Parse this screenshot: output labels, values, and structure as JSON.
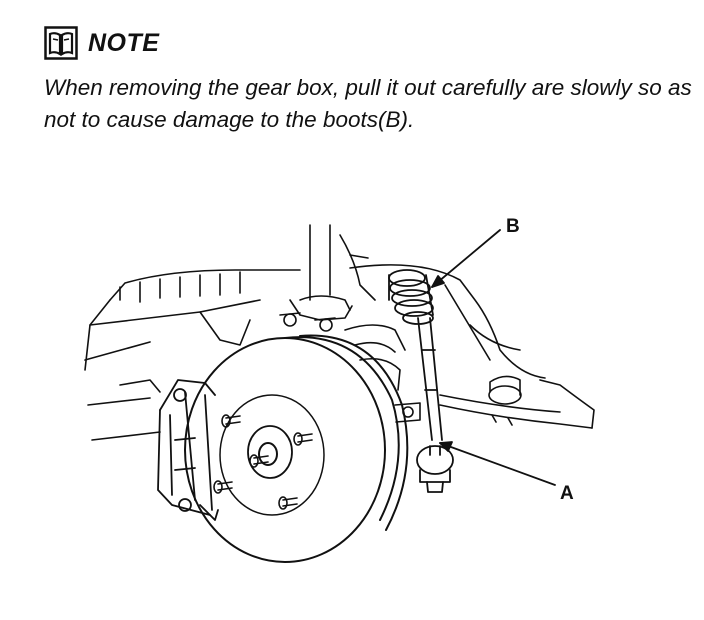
{
  "note": {
    "icon": "manual-book-icon",
    "title": "NOTE",
    "text": "When removing the gear box, pull it out carefully are slowly so as not to cause damage to the boots(B)."
  },
  "illustration": {
    "callout_a": "A",
    "callout_b": "B"
  }
}
